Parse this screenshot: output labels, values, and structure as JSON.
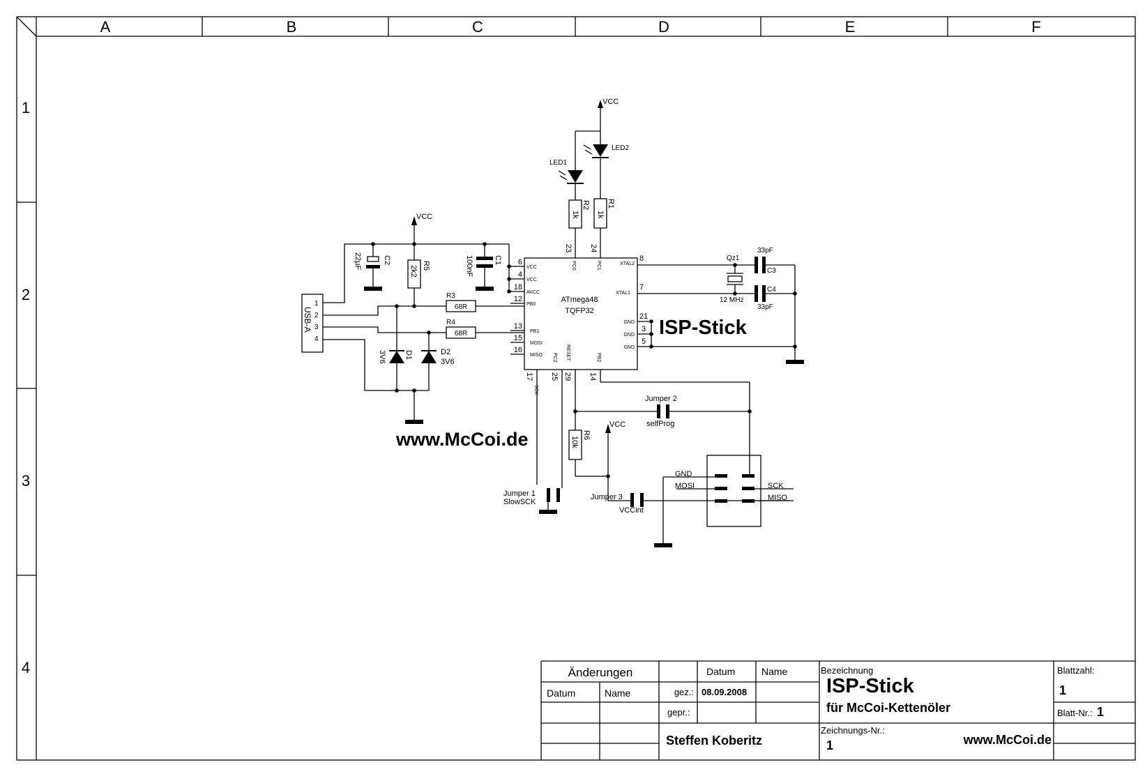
{
  "frame": {
    "columns": [
      "A",
      "B",
      "C",
      "D",
      "E",
      "F"
    ],
    "rows": [
      "1",
      "2",
      "3",
      "4"
    ]
  },
  "schematic": {
    "heading": "ISP-Stick",
    "website": "www.McCoi.de",
    "labels": {
      "vcc_top": "VCC",
      "vcc_left": "VCC",
      "vcc_bottom": "VCC",
      "led1": "LED1",
      "led2": "LED2",
      "r1": "R1",
      "r2": "R2",
      "r1_val": "1k",
      "r2_val": "1k",
      "c1": "C1",
      "c1_val": "100nF",
      "c2": "C2",
      "c2_val": "22µF",
      "r5": "R5",
      "r5_val": "2k2",
      "r3": "R3",
      "r3_val": "68R",
      "r4": "R4",
      "r4_val": "68R",
      "d1": "D1",
      "d1_val": "3V6",
      "d2": "D2",
      "d2_val": "3V6",
      "usb": "USB-A",
      "usb_pins": [
        "1",
        "2",
        "3",
        "4"
      ],
      "chip_name": "ATmega48",
      "chip_pkg": "TQFP32",
      "qz1": "Qz1",
      "qz1_val": "12 MHz",
      "c3": "C3",
      "c3_val": "33pF",
      "c4": "C4",
      "c4_val": "33pF",
      "r6": "R6",
      "r6_val": "10k",
      "jumper1": "Jumper 1",
      "jumper1_sub": "SlowSCK",
      "jumper2": "Jumper 2",
      "jumper2_sub": "selfProg",
      "jumper3": "Jumper 3",
      "jumper3_sub": "VCCint",
      "isp_gnd": "GND",
      "isp_mosi": "MOSI",
      "isp_sck": "SCK",
      "isp_miso": "MISO"
    },
    "chip_pins_left": [
      {
        "num": "6",
        "name": "VCC"
      },
      {
        "num": "4",
        "name": "VCC"
      },
      {
        "num": "18",
        "name": "AVCC"
      },
      {
        "num": "12",
        "name": "PB0"
      },
      {
        "num": "13",
        "name": "PB1"
      },
      {
        "num": "15",
        "name": "MOSI"
      },
      {
        "num": "16",
        "name": "MISO"
      }
    ],
    "chip_pins_right": [
      {
        "num": "8",
        "name": "XTAL2"
      },
      {
        "num": "7",
        "name": "XTAL1"
      },
      {
        "num": "21",
        "name": "GND"
      },
      {
        "num": "3",
        "name": "GND"
      },
      {
        "num": "5",
        "name": "GND"
      }
    ],
    "chip_pins_top": [
      {
        "num": "23",
        "name": "PC0"
      },
      {
        "num": "24",
        "name": "PC1"
      }
    ],
    "chip_pins_bottom": [
      {
        "num": "17",
        "name": "SCK"
      },
      {
        "num": "25",
        "name": "PC2"
      },
      {
        "num": "29",
        "name": "RESET"
      },
      {
        "num": "14",
        "name": "PB2"
      }
    ]
  },
  "title_block": {
    "changes": "Änderungen",
    "date_h": "Datum",
    "name_h": "Name",
    "col_datum": "Datum",
    "col_name": "Name",
    "gez": "gez.:",
    "gez_date": "08.09.2008",
    "gepr": "gepr.:",
    "author": "Steffen Koberitz",
    "bez_label": "Bezeichnung",
    "title": "ISP-Stick",
    "subtitle": "für McCoi-Kettenöler",
    "zeich_label": "Zeichnungs-Nr.:",
    "zeich_num": "1",
    "web": "www.McCoi.de",
    "blattzahl_label": "Blattzahl:",
    "blattzahl": "1",
    "blattnr_label": "Blatt-Nr.:",
    "blattnr": "1"
  }
}
